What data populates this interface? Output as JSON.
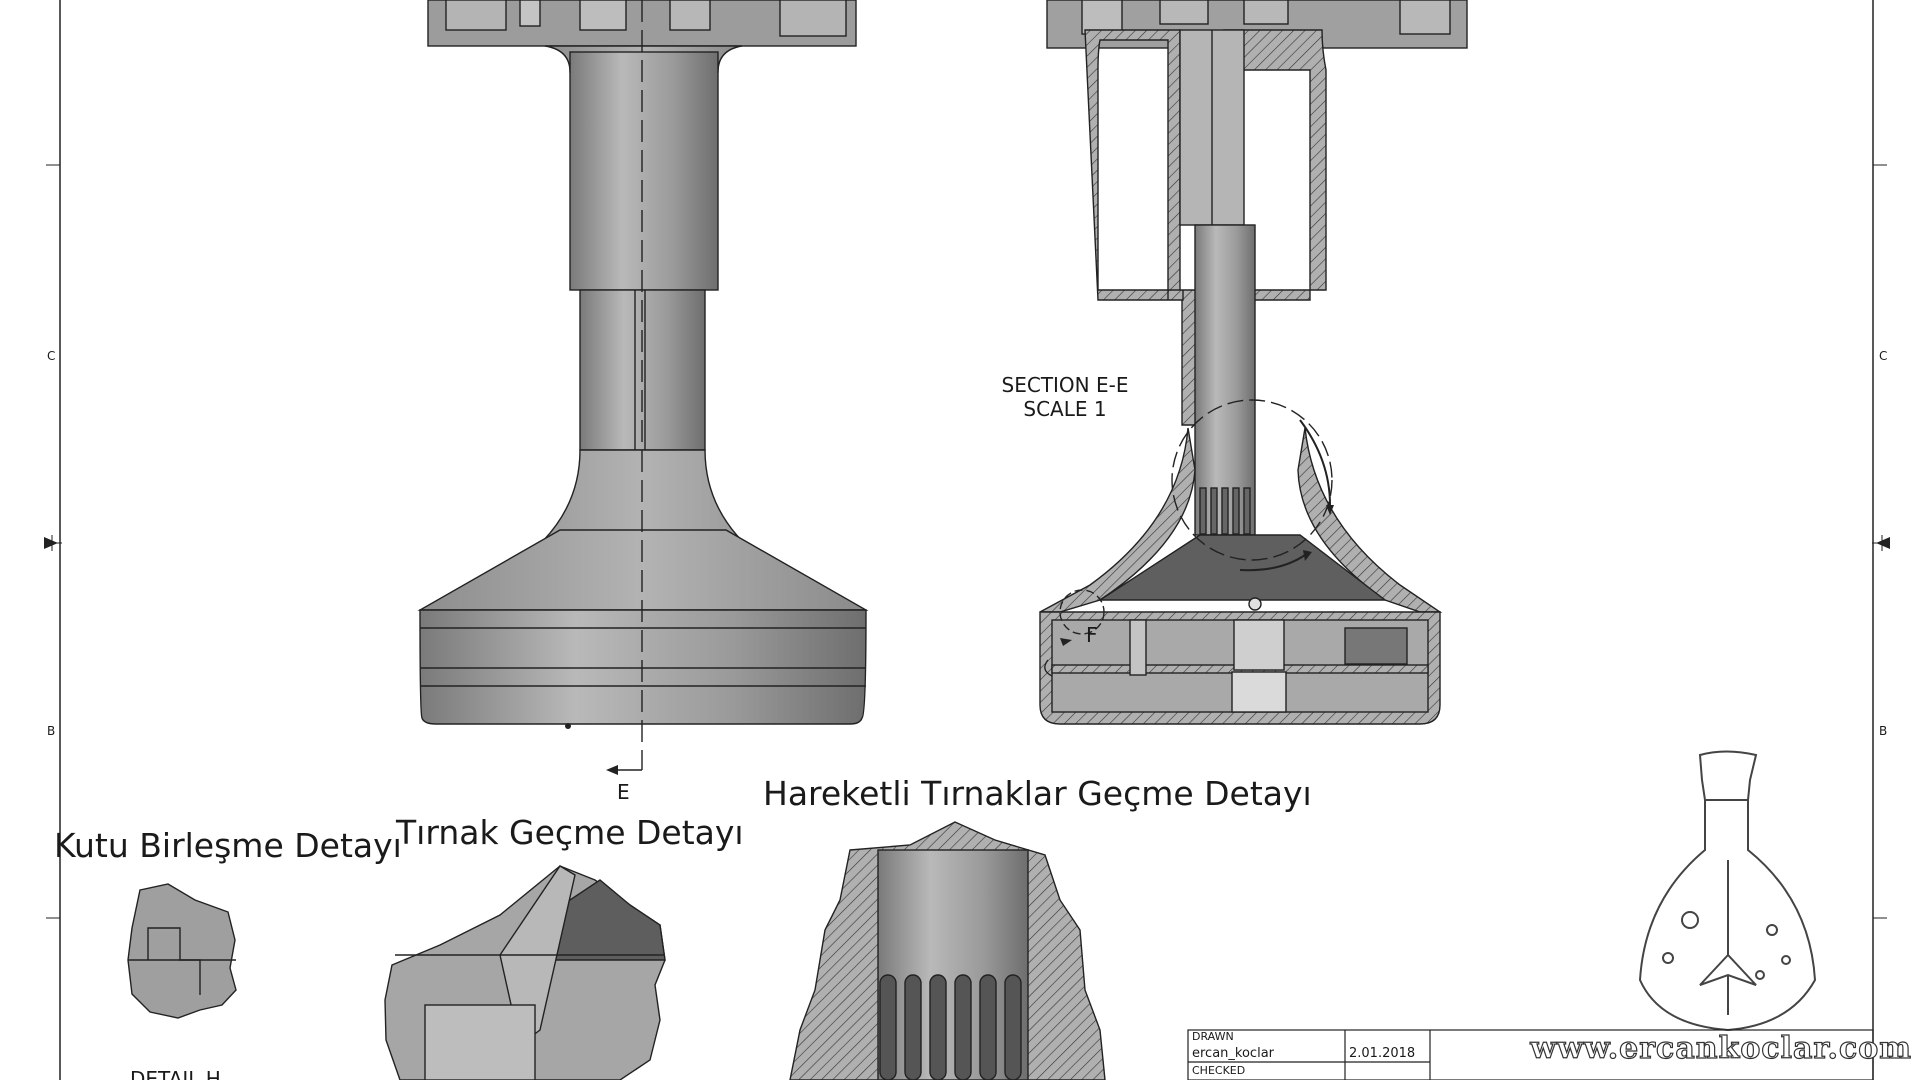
{
  "border": {
    "zone_labels": [
      "C",
      "B"
    ]
  },
  "section": {
    "title": "SECTION E-E",
    "scale": "SCALE 1"
  },
  "section_marker": {
    "letter": "E"
  },
  "detail_refs": {
    "f": "F"
  },
  "details": [
    {
      "title": "Kutu Birleşme Detayı",
      "caption": "DETAIL H"
    },
    {
      "title": "Tırnak Geçme Detayı"
    },
    {
      "title": "Hareketli Tırnaklar Geçme Detayı"
    }
  ],
  "title_block": {
    "drawn_label": "DRAWN",
    "drawn_by": "ercan_koclar",
    "date": "2.01.2018",
    "checked_label": "CHECKED"
  },
  "watermark": {
    "text": "www.ercankoclar.com"
  },
  "colors": {
    "body": "#a8a8a8",
    "dark": "#5c5c5c",
    "line": "#222222"
  }
}
